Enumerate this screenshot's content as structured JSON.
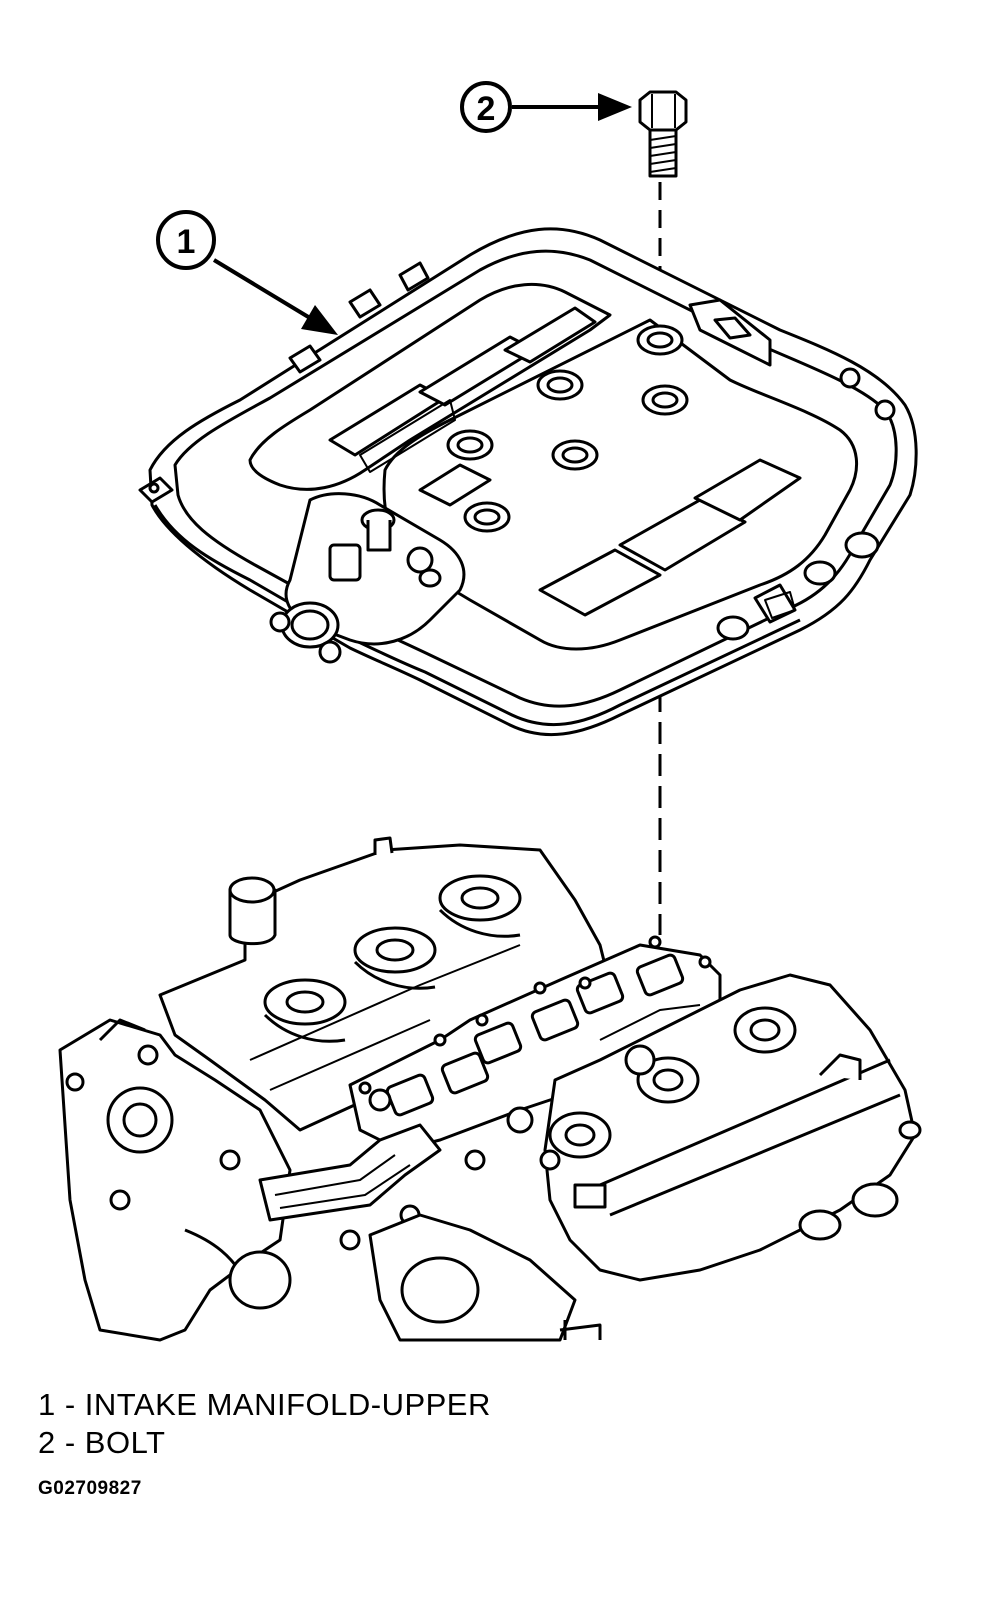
{
  "callouts": [
    {
      "number": "1"
    },
    {
      "number": "2"
    }
  ],
  "legend": [
    {
      "number": "1",
      "text": "1 - INTAKE MANIFOLD-UPPER"
    },
    {
      "number": "2",
      "text": "2 - BOLT"
    }
  ],
  "figure_id": "G02709827",
  "colors": {
    "line": "#000000",
    "background": "#ffffff"
  }
}
